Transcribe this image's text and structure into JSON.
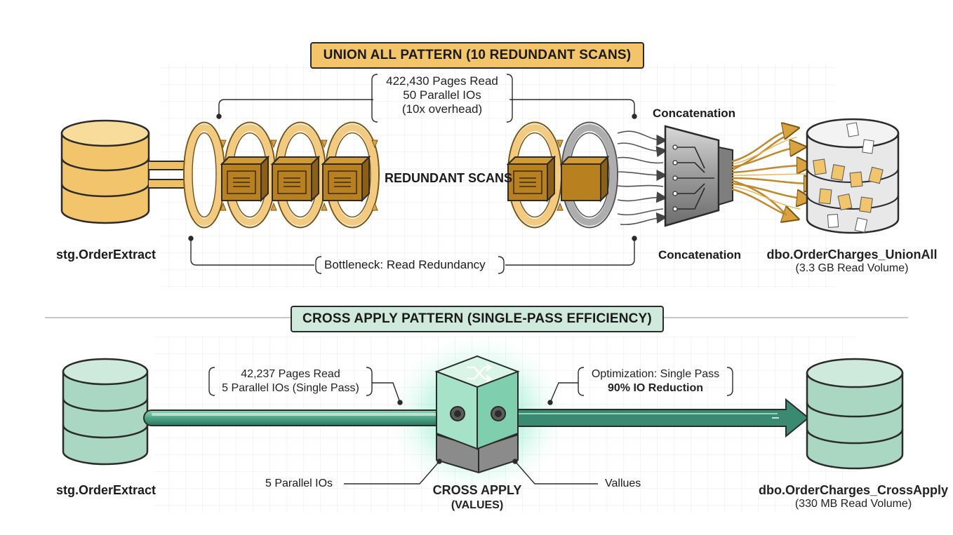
{
  "colors": {
    "union_fill": "#f2c46b",
    "union_dark": "#c9902a",
    "union_box": "#b8801e",
    "cross_fill": "#a9d7c2",
    "cross_dark": "#3f8f72",
    "cross_arrow": "#3a8a72",
    "banner_union": "#f3c46a",
    "banner_cross": "#cfe9dc",
    "ink": "#2b2b2b"
  },
  "union": {
    "title": "UNION ALL PATTERN (10 REDUNDANT SCANS)",
    "source_label": "stg.OrderExtract",
    "pages_read": "422,430 Pages Read",
    "parallel_ios": "50 Parallel IOs",
    "overhead": "(10x overhead)",
    "redundant_label": "REDUNDANT SCANS",
    "concat_top": "Concatenation",
    "concat_bottom": "Concatenation",
    "bottleneck": "Bottleneck: Read Redundancy",
    "target_label": "dbo.OrderCharges_UnionAll",
    "target_volume": "(3.3 GB Read Volume)"
  },
  "cross": {
    "title": "CROSS APPLY PATTERN (SINGLE-PASS EFFICIENCY)",
    "source_label": "stg.OrderExtract",
    "pages_read": "42,237 Pages Read",
    "parallel_ios": "5 Parallel IOs (Single Pass)",
    "optimization": "Optimization: Single Pass",
    "reduction": "90% IO Reduction",
    "left_callout": "5 Parallel IOs",
    "right_callout": "Vallues",
    "operator_line1": "CROSS APPLY",
    "operator_line2": "(VALUES)",
    "target_label": "dbo.OrderCharges_CrossApply",
    "target_volume": "(330 MB Read Volume)"
  },
  "icons": [
    "database-icon",
    "cube-icon",
    "shuffle-icon",
    "funnel-icon",
    "document-icon"
  ]
}
